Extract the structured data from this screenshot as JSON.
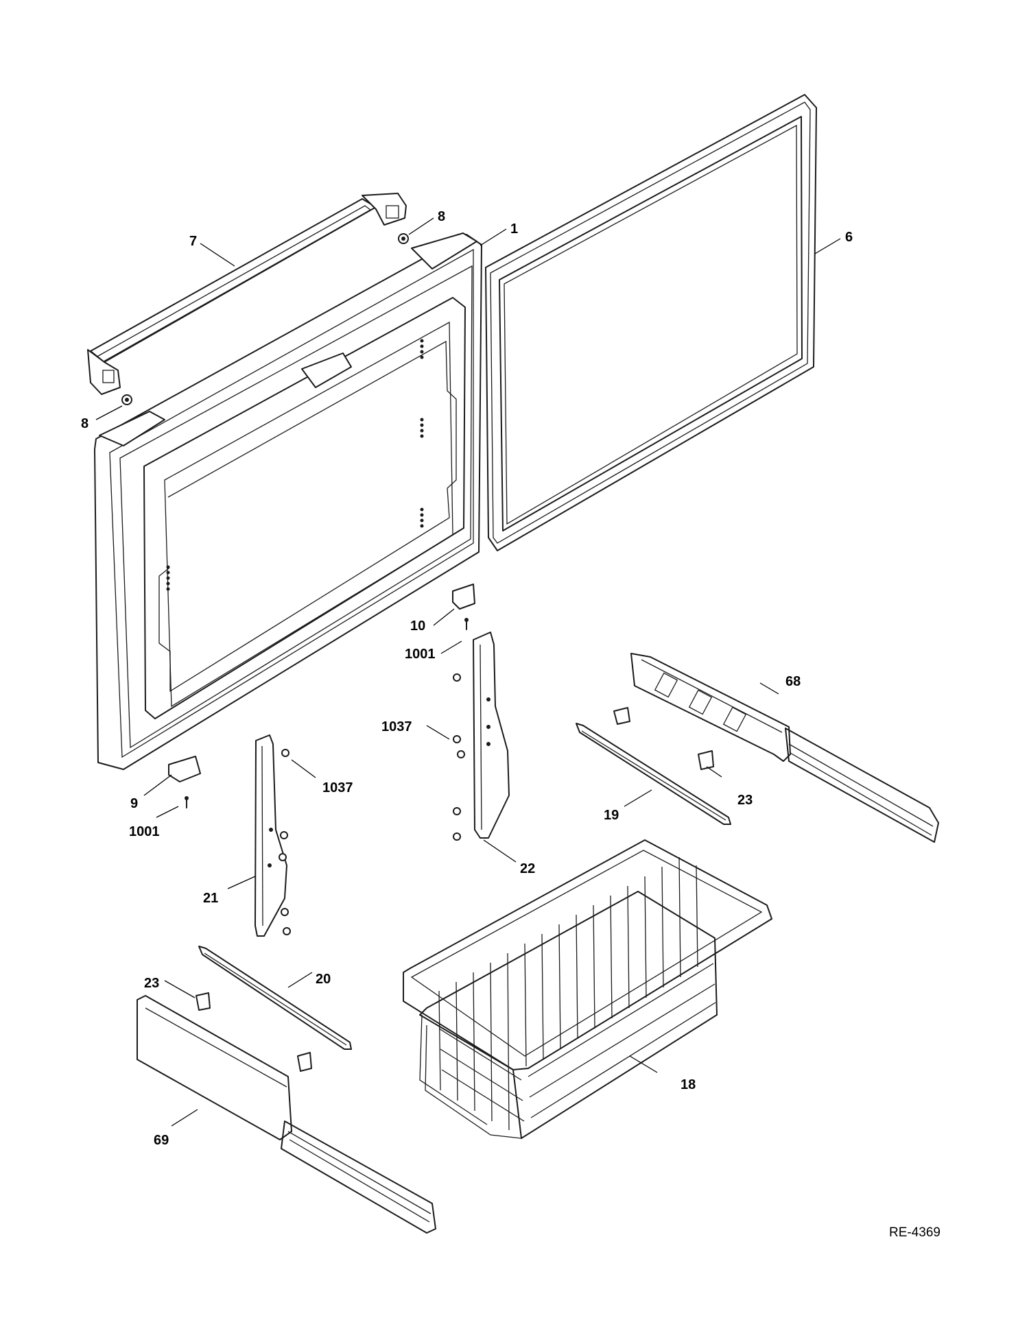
{
  "diagram": {
    "drawing_id": "RE-4369",
    "callouts": [
      "8",
      "1",
      "6",
      "7",
      "8",
      "10",
      "1001",
      "68",
      "1037",
      "1037",
      "23",
      "19",
      "9",
      "1001",
      "22",
      "21",
      "20",
      "23",
      "18",
      "69"
    ]
  }
}
